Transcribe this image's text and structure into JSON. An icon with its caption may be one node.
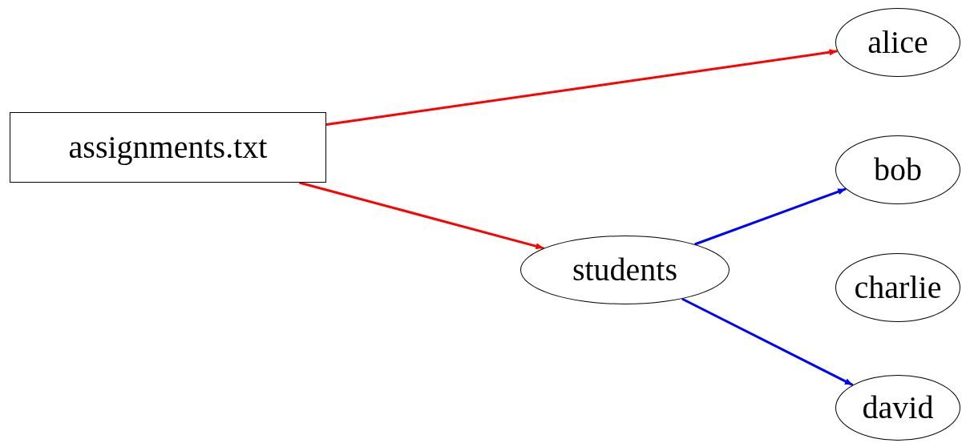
{
  "diagram": {
    "nodes": [
      {
        "text": [
          "assignments.txt"
        ]
      },
      {
        "text": [
          "alice"
        ]
      },
      {
        "text": [
          "bob"
        ]
      },
      {
        "text": [
          "students"
        ]
      },
      {
        "text": [
          "charlie"
        ]
      },
      {
        "text": [
          "david"
        ]
      }
    ],
    "edges": [
      {
        "from": 0,
        "to": 1,
        "arrow": "to",
        "color": "#ff0000"
      },
      {
        "from": 0,
        "to": 3,
        "arrow": "to",
        "color": "#ff0000"
      },
      {
        "from": 3,
        "to": 2,
        "arrow": "to",
        "color": "#0000ff"
      },
      {
        "from": 3,
        "to": 5,
        "arrow": "to",
        "color": "#0000ff"
      }
    ]
  }
}
